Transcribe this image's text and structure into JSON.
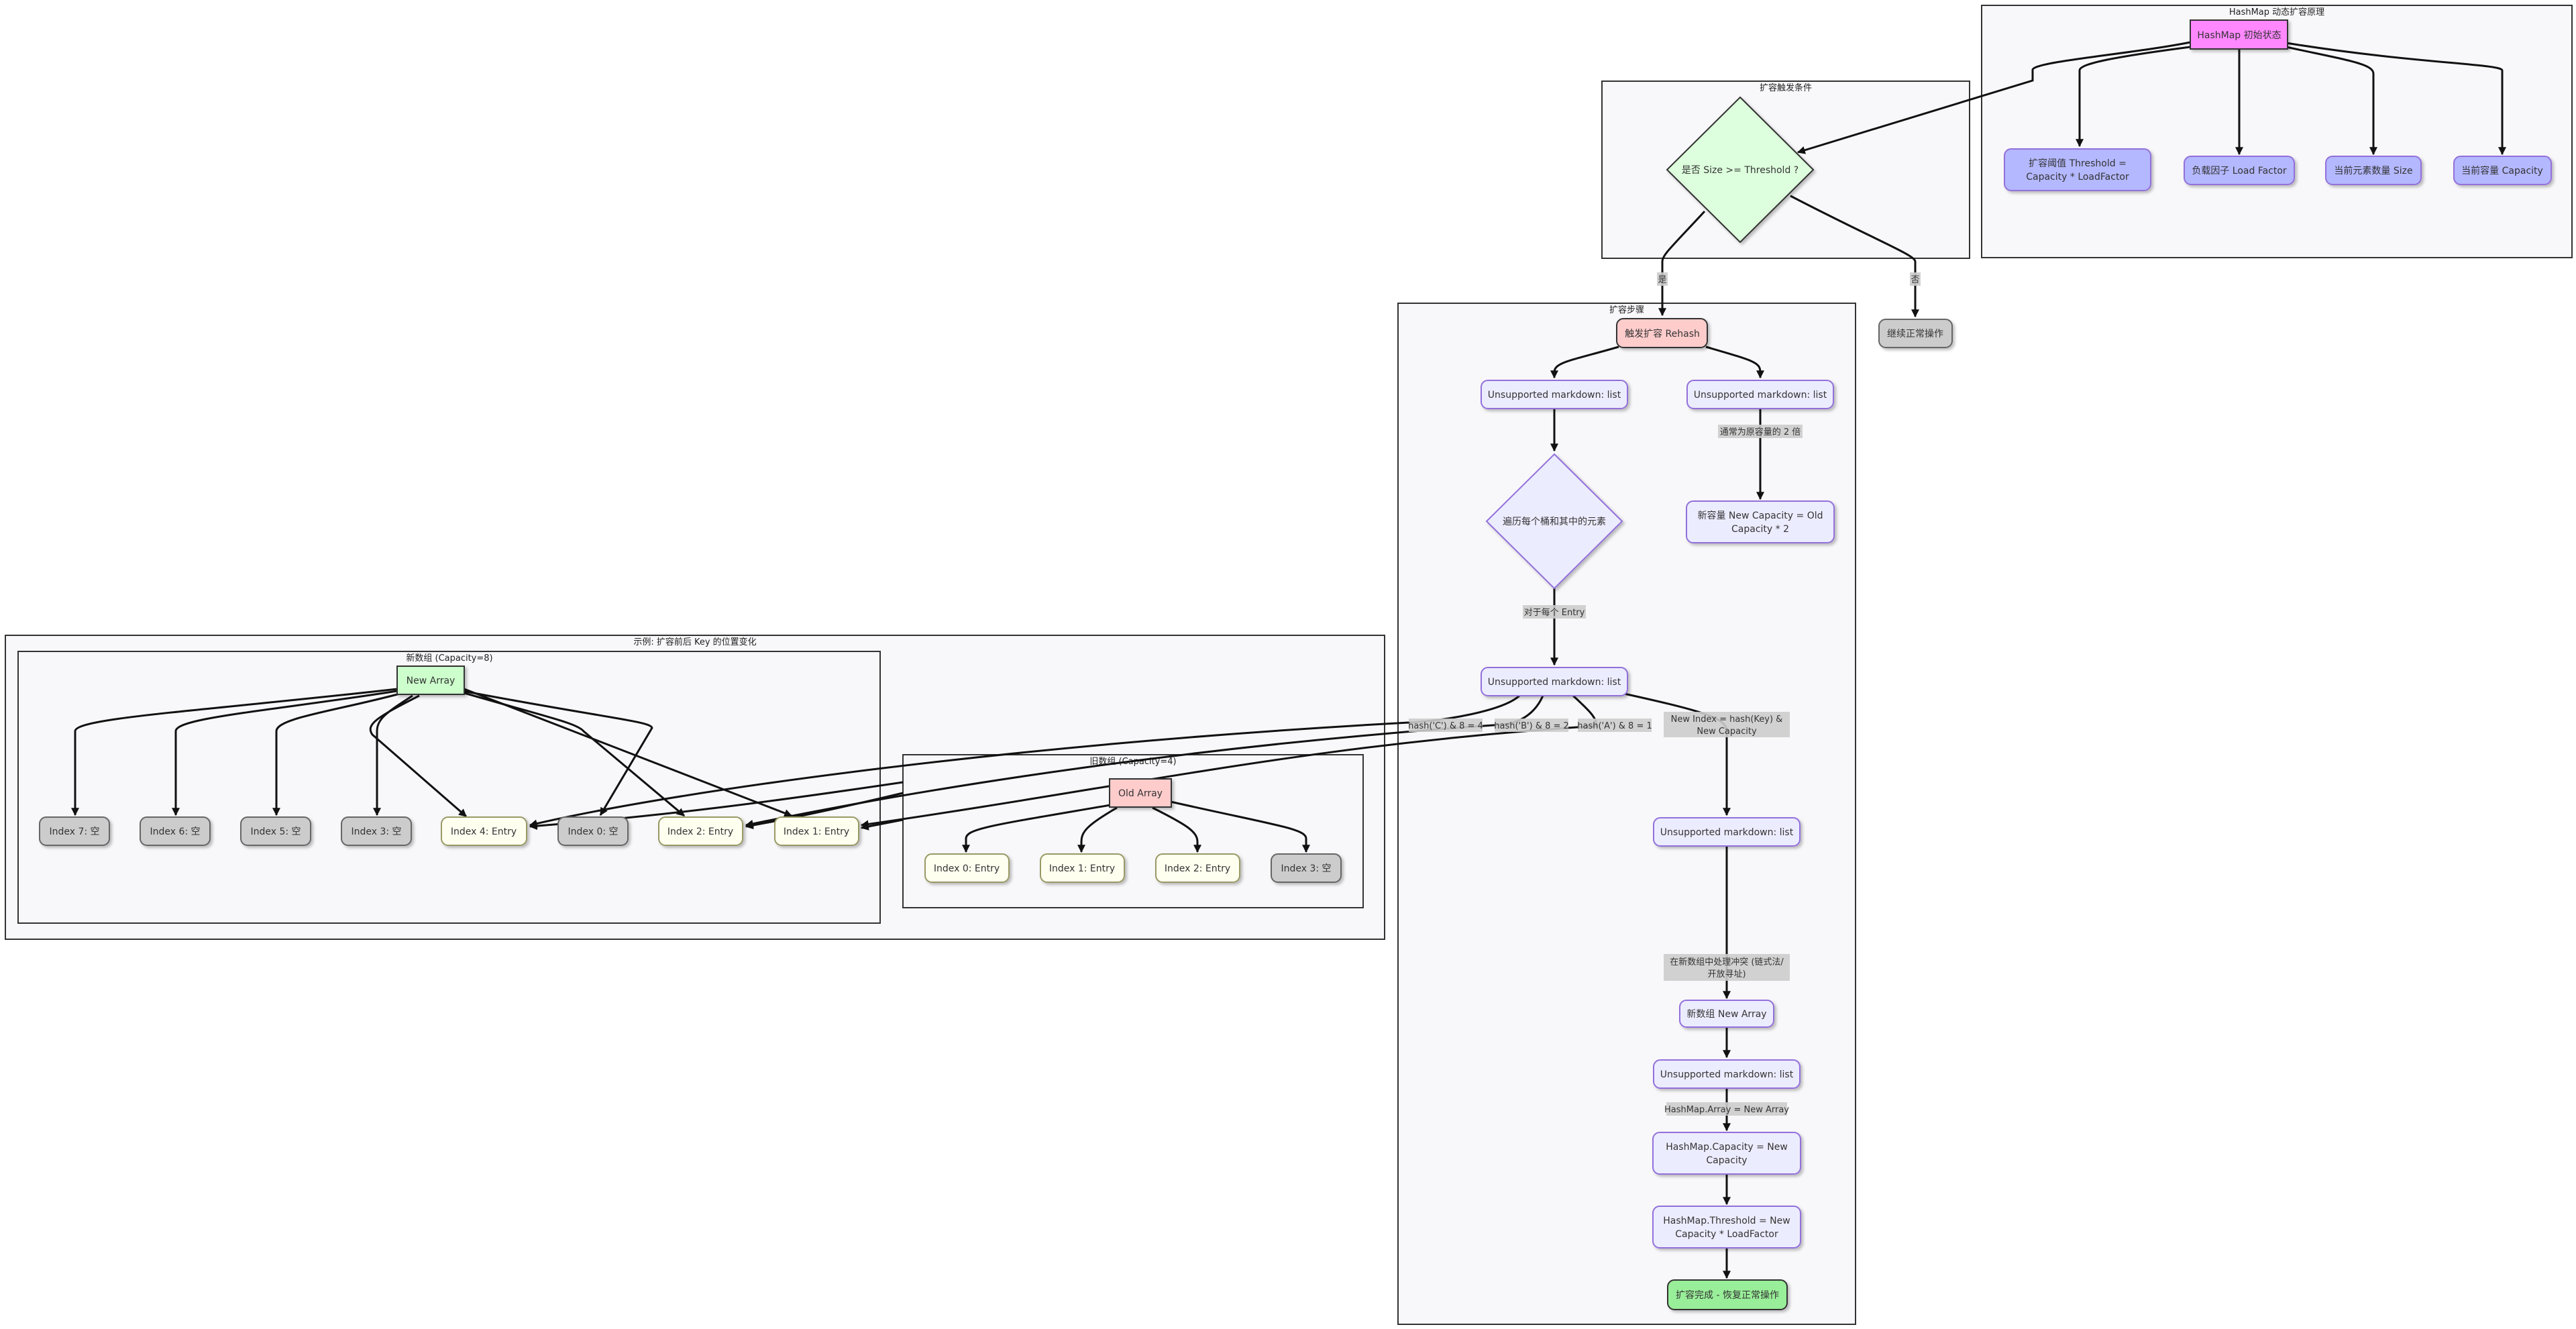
{
  "clusters": {
    "hashmap_state": "HashMap 动态扩容原理",
    "trigger": "扩容触发条件",
    "steps": "扩容步骤",
    "example": "示例: 扩容前后 Key 的位置变化",
    "new_array": "新数组 (Capacity=8)",
    "old_array": "旧数组 (Capacity=4)"
  },
  "nodes": {
    "init_state": "HashMap 初始状态",
    "threshold": [
      "扩容阈值 Threshold =",
      "Capacity * LoadFactor"
    ],
    "load_factor": "负载因子 Load Factor",
    "size": "当前元素数量 Size",
    "capacity": "当前容量 Capacity",
    "check": "是否 Size >= Threshold ?",
    "continue": "继续正常操作",
    "rehash": "触发扩容 Rehash",
    "md1": "Unsupported markdown: list",
    "md2": "Unsupported markdown: list",
    "traverse": "遍历每个桶和其中的元素",
    "new_cap": [
      "新容量 New Capacity = Old",
      "Capacity * 2"
    ],
    "md3": "Unsupported markdown: list",
    "md4": "Unsupported markdown: list",
    "new_arr_step": "新数组 New Array",
    "md5": "Unsupported markdown: list",
    "set_cap": [
      "HashMap.Capacity = New",
      "Capacity"
    ],
    "set_thr": [
      "HashMap.Threshold = New",
      "Capacity * LoadFactor"
    ],
    "done": "扩容完成 - 恢复正常操作",
    "new_array_node": "New Array",
    "n7": "Index 7: 空",
    "n6": "Index 6: 空",
    "n5": "Index 5: 空",
    "n3": "Index 3: 空",
    "n4": "Index 4: Entry",
    "n0": "Index 0: 空",
    "n2": "Index 2: Entry",
    "n1": "Index 1: Entry",
    "old_array_node": "Old Array",
    "o0": "Index 0: Entry",
    "o1": "Index 1: Entry",
    "o2": "Index 2: Entry",
    "o3": "Index 3: 空"
  },
  "edge_labels": {
    "yes": "是",
    "no": "否",
    "double": "通常为原容量的 2 倍",
    "per_entry": "对于每个 Entry",
    "new_index": [
      "New Index = hash(Key) &",
      "New Capacity"
    ],
    "collision": [
      "在新数组中处理冲突 (链式法/",
      "开放寻址)"
    ],
    "assign": "HashMap.Array = New Array",
    "hash_c": "hash('C') & 8 = 4",
    "hash_b": "hash('B') & 8 = 2",
    "hash_a": "hash('A') & 8 = 1"
  },
  "colors": {
    "purple": "#ececff",
    "purple_border": "#9370db",
    "magenta": "#ff88ff",
    "blue_node": "#b4b8ff",
    "green_diamond": "#ddffdd",
    "green_done": "#99ee99",
    "pink": "#ffcccc",
    "gray_node": "#cccccc",
    "cream": "#fffff0"
  }
}
